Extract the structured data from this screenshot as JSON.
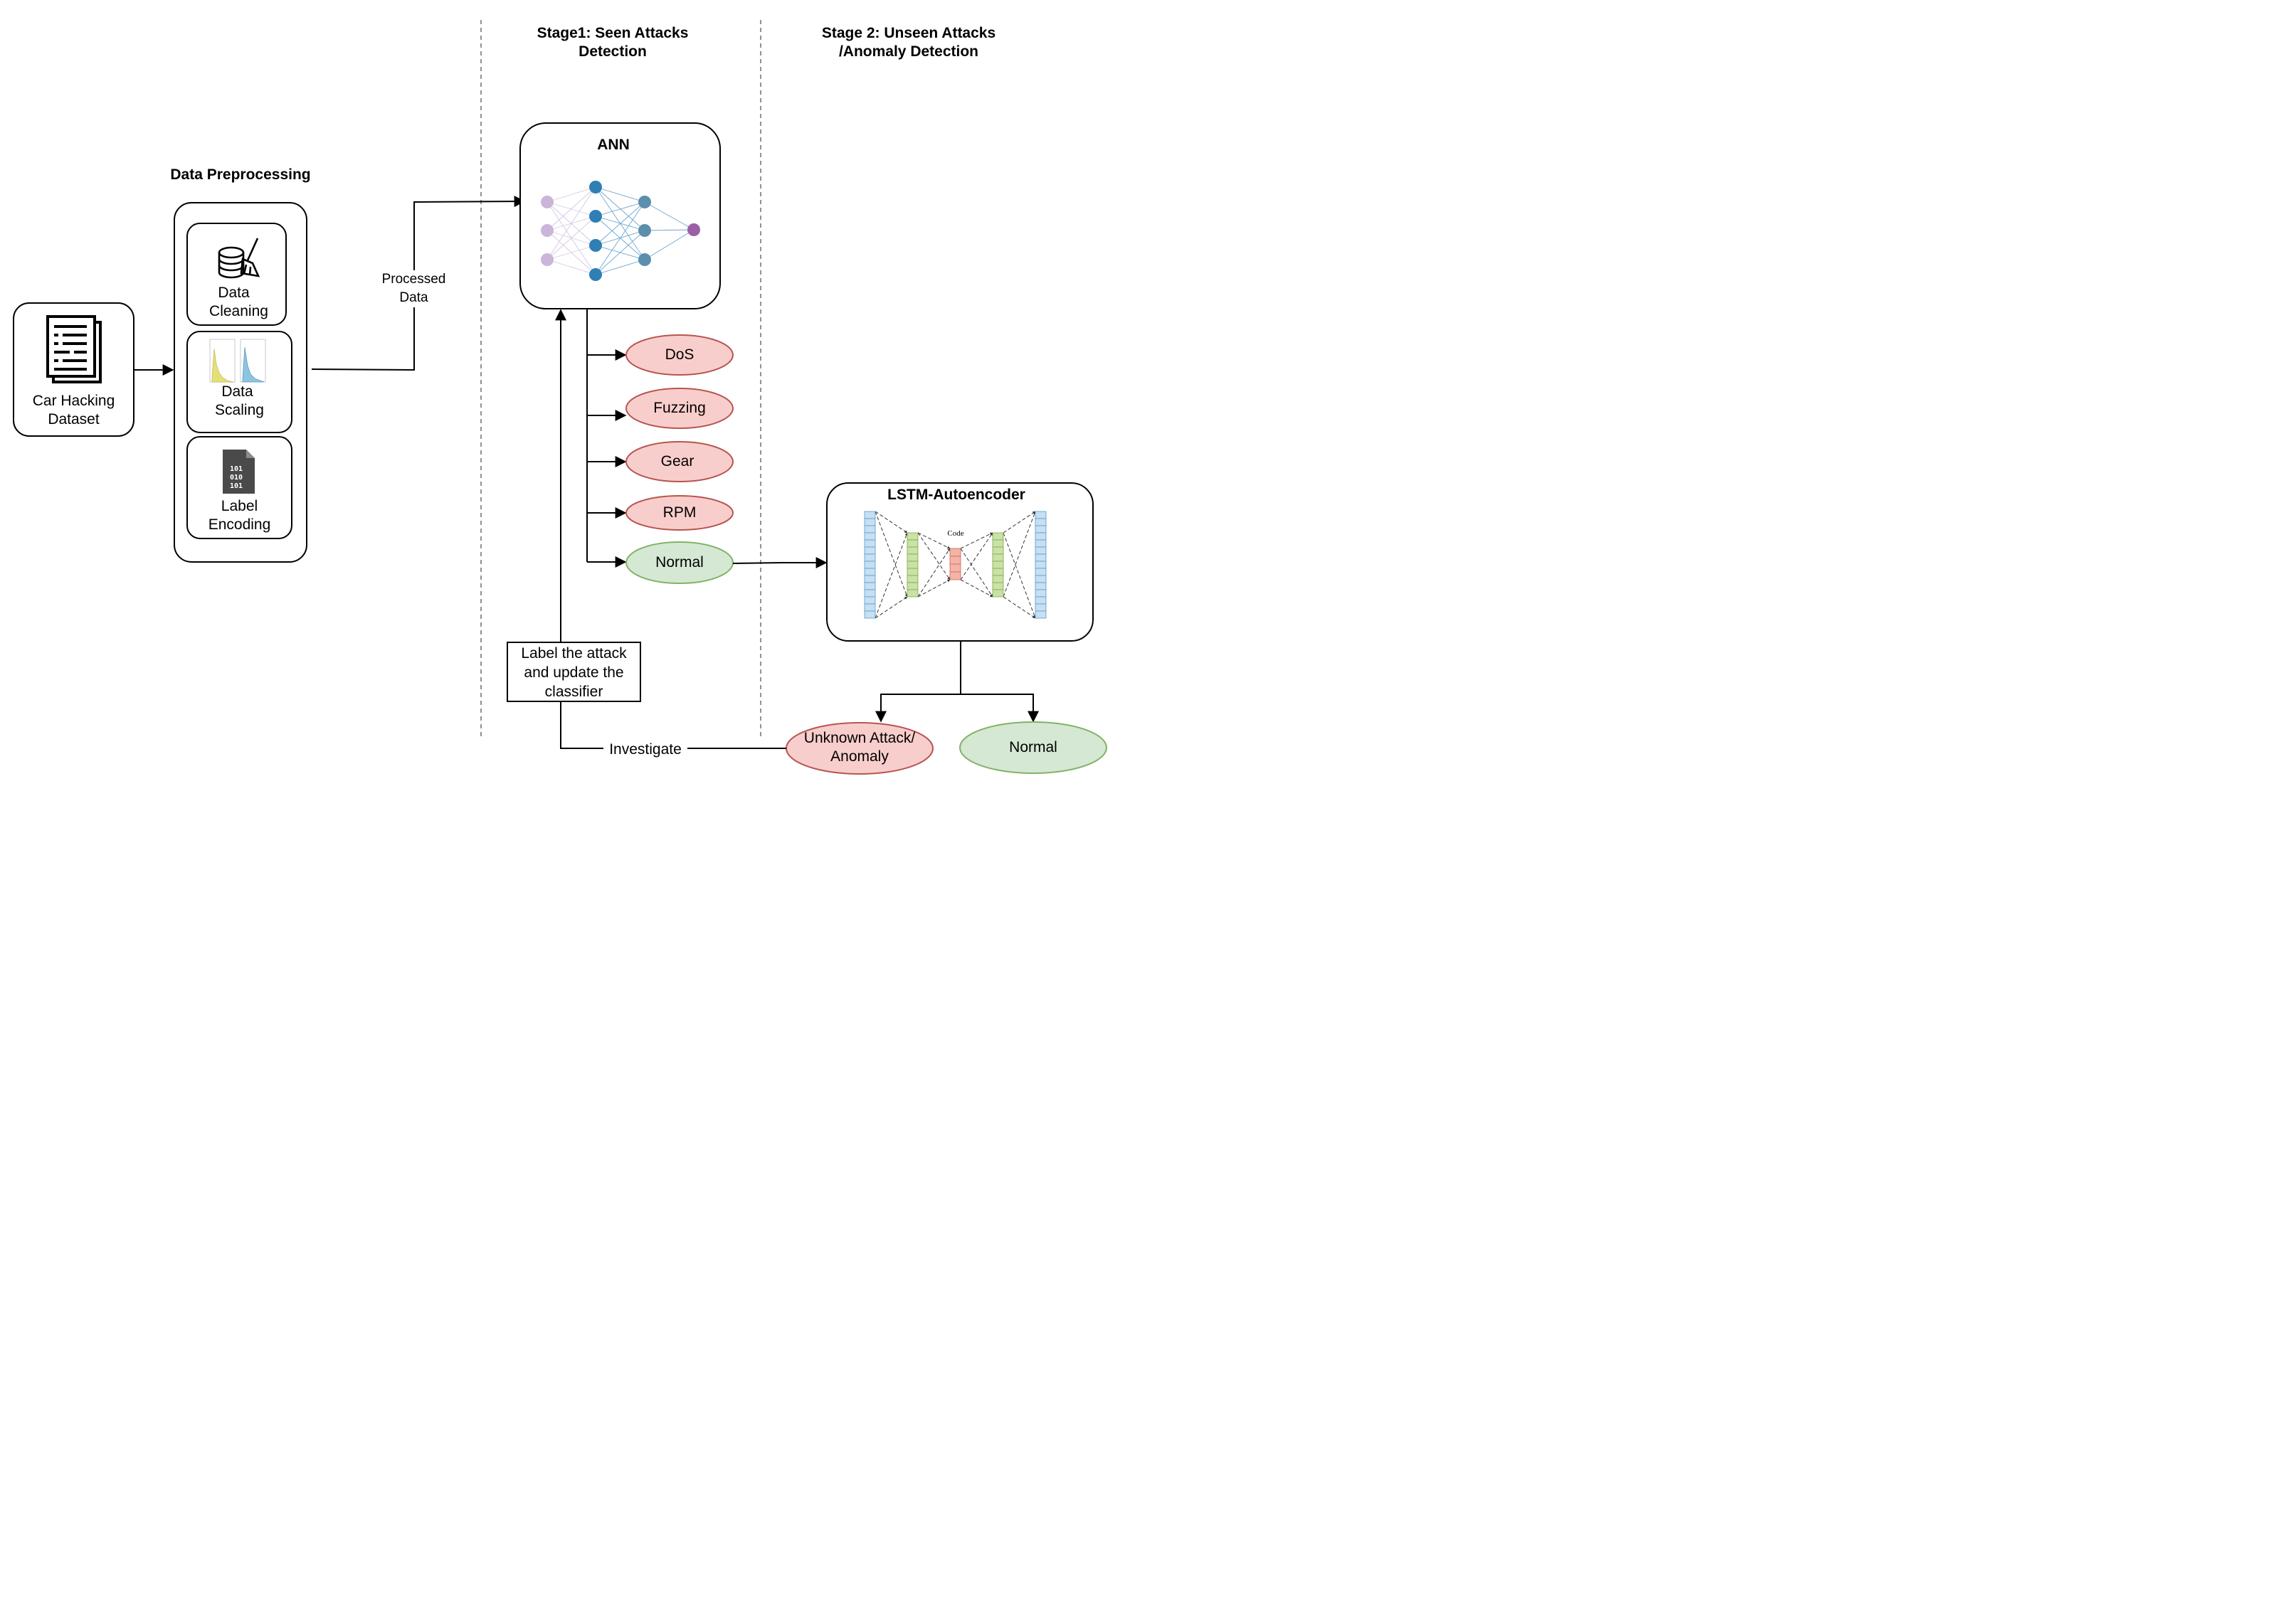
{
  "stages": {
    "stage1": [
      "Stage1: Seen Attacks",
      "Detection"
    ],
    "stage2": [
      "Stage 2: Unseen Attacks",
      "/Anomaly Detection"
    ]
  },
  "preprocessing": {
    "title": "Data Preprocessing",
    "cleaning": [
      "Data",
      "Cleaning"
    ],
    "scaling": [
      "Data",
      "Scaling"
    ],
    "encoding": [
      "Label",
      "Encoding"
    ],
    "binary_icon_text": [
      "101",
      "010",
      "101"
    ]
  },
  "dataset": [
    "Car Hacking",
    "Dataset"
  ],
  "processed": [
    "Processed",
    "Data"
  ],
  "ann": {
    "title": "ANN"
  },
  "classes": {
    "dos": "DoS",
    "fuzzing": "Fuzzing",
    "gear": "Gear",
    "rpm": "RPM",
    "normal": "Normal"
  },
  "lstm": {
    "title": "LSTM-Autoencoder",
    "code_label": "Code"
  },
  "outputs": {
    "unknown": [
      "Unknown Attack/",
      "Anomaly"
    ],
    "normal": "Normal"
  },
  "feedback": {
    "label_box": [
      "Label the attack",
      "and update the",
      "classifier"
    ],
    "investigate": "Investigate"
  },
  "colors": {
    "attack_fill": "#f8cecc",
    "attack_stroke": "#b85450",
    "normal_fill": "#d5e8d4",
    "normal_stroke": "#82b366",
    "ann_input": "#c9b6d9",
    "ann_hidden1": "#2f7fb5",
    "ann_hidden2": "#5c8fae",
    "ann_output": "#9a5fa7",
    "ae_outer": "#c6dff2",
    "ae_mid": "#c9e2a6",
    "ae_code": "#f4b3a6"
  }
}
